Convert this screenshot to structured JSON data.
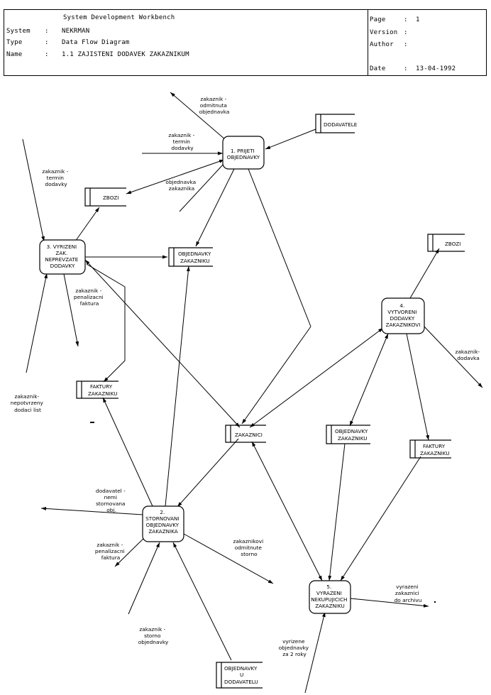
{
  "header": {
    "tool": "System Development Workbench",
    "system_label": "System",
    "system_value": "NEKRMAN",
    "type_label": "Type",
    "type_value": "Data Flow Diagram",
    "name_label": "Name",
    "name_value": "1.1 ZAJISTENI DODAVEK ZAKAZNIKUM",
    "page_label": "Page",
    "page_value": "1",
    "version_label": "Version",
    "version_value": "",
    "author_label": "Author",
    "author_value": "",
    "date_label": "Date",
    "date_value": "13-04-1992"
  },
  "processes": {
    "p1": [
      "1. PRIJETI",
      "OBJEDNAVKY"
    ],
    "p2": [
      "2.",
      "STORNOVANI",
      "OBJEDNAVKY",
      "ZAKAZNIKA"
    ],
    "p3": [
      "3. VYRIZENI",
      "ZAK.",
      "NEPREVZATE",
      "DODAVKY"
    ],
    "p4": [
      "4.",
      "VYTVORENI",
      "DODAVKY",
      "ZAKAZNIKOVI"
    ],
    "p5": [
      "5.",
      "VYRAZENI",
      "NEKUPUJICICH",
      "ZAKAZNIKU"
    ]
  },
  "stores": {
    "dodavatele": [
      "DODAVATELE"
    ],
    "zbozi1": [
      "ZBOZI"
    ],
    "zbozi2": [
      "ZBOZI"
    ],
    "objednavky1": [
      "OBJEDNAVKY",
      "ZAKAZNIKU"
    ],
    "objednavky2": [
      "OBJEDNAVKY",
      "ZAKAZNIKU"
    ],
    "faktury1": [
      "FAKTURY",
      "ZAKAZNIKU"
    ],
    "faktury2": [
      "FAKTURY",
      "ZAKAZNIKU"
    ],
    "zakaznici": [
      "ZAKAZNICI"
    ],
    "objednavky_u": [
      "OBJEDNAVKY",
      "U",
      "DODAVATELU"
    ]
  },
  "flows": {
    "f_odmitnuta": [
      "zakaznik -",
      "odmitnuta",
      "objednavka"
    ],
    "f_termin1": [
      "zakaznik -",
      "termin",
      "dodavky"
    ],
    "f_objednavka": [
      "objednavka",
      "zakaznika"
    ],
    "f_termin3": [
      "zakaznik -",
      "termin",
      "dodavky"
    ],
    "f_penal3": [
      "zakaznik -",
      "penalizacni",
      "faktura"
    ],
    "f_nepotvrzeny": [
      "zakaznik-",
      "nepotvrzeny",
      "dodaci list"
    ],
    "f_dodavka": [
      "zakaznik-",
      "dodavka"
    ],
    "f_dodavatel": [
      "dodavatel -",
      "nemi",
      "stornovana",
      "obj."
    ],
    "f_penal2": [
      "zakaznik -",
      "penalizacni",
      "faktura"
    ],
    "f_odmitnute_storno": [
      "zakaznikovi",
      "odmitnute",
      "storno"
    ],
    "f_storno": [
      "zakaznik -",
      "storno",
      "objednavky"
    ],
    "f_vyrazeni": [
      "vyrazeni",
      "zakaznici",
      "do archivu"
    ],
    "f_vyrizene": [
      "vyrizene",
      "objednavky",
      "za 2 roky"
    ]
  }
}
